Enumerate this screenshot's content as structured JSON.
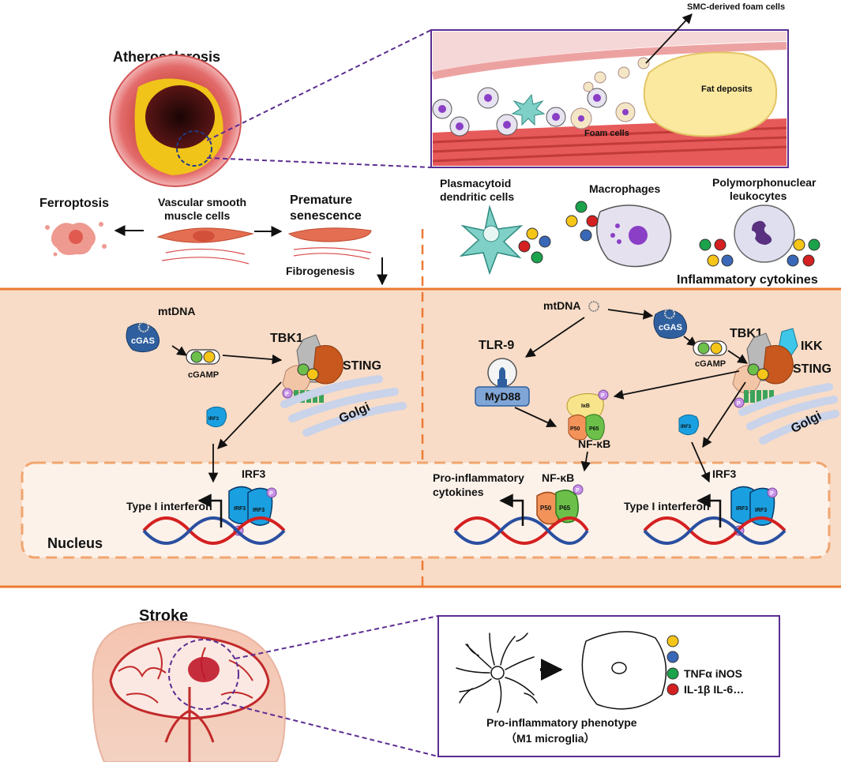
{
  "atherosclerosis": {
    "title": "Atherosclerosis",
    "smc_foam_cells": "SMC-derived foam cells",
    "fat_deposits": "Fat deposits",
    "foam_cells": "Foam cells",
    "ferroptosis": "Ferroptosis",
    "vsmc_line1": "Vascular smooth",
    "vsmc_line2": "muscle cells",
    "premature_line1": "Premature",
    "premature_line2": "senescence",
    "fibrogenesis": "Fibrogenesis"
  },
  "immune_cells": {
    "pdc_line1": "Plasmacytoid",
    "pdc_line2": "dendritic cells",
    "macrophages": "Macrophages",
    "pmn_line1": "Polymorphonuclear",
    "pmn_line2": "leukocytes",
    "inflammatory_cytokines": "Inflammatory cytokines"
  },
  "left_pathway": {
    "mtdna": "mtDNA",
    "cgas": "cGAS",
    "cgamp": "cGAMP",
    "tbk1": "TBK1",
    "sting": "STING",
    "golgi": "Golgi",
    "irf3_small": "IRF3",
    "irf3": "IRF3",
    "type1_ifn": "Type I interferon",
    "nucleus": "Nucleus",
    "p": "P"
  },
  "right_pathway": {
    "mtdna": "mtDNA",
    "tlr9": "TLR-9",
    "myd88": "MyD88",
    "cgas": "cGAS",
    "cgamp": "cGAMP",
    "tbk1": "TBK1",
    "ikk": "IKK",
    "sting": "STING",
    "golgi": "Golgi",
    "ikb": "IκB",
    "p50": "P50",
    "p65": "P65",
    "nfkb": "NF-κB",
    "nfkb_nuclear": "NF-κB",
    "pro_inflam_line1": "Pro-inflammatory",
    "pro_inflam_line2": "cytokines",
    "irf3_small": "IRF3",
    "irf3": "IRF3",
    "type1_ifn": "Type I interferon",
    "p": "P"
  },
  "stroke": {
    "title": "Stroke",
    "cytokine_line1": "TNFα iNOS",
    "cytokine_line2": "IL-1β IL-6…",
    "phenotype_line1": "Pro-inflammatory phenotype",
    "phenotype_line2": "（M1 microglia）"
  },
  "colors": {
    "panel_bg": "#f8dcc7",
    "panel_border": "#ec7a32",
    "nucleus_border": "#f0a56f",
    "purple": "#5b2d91",
    "cgas_blue": "#2f5f9e",
    "irf3_blue": "#1aa0e0",
    "cyt_yellow": "#f5c518",
    "cyt_blue": "#3a68b8",
    "cyt_green": "#1aa34a",
    "cyt_red": "#d42020"
  }
}
